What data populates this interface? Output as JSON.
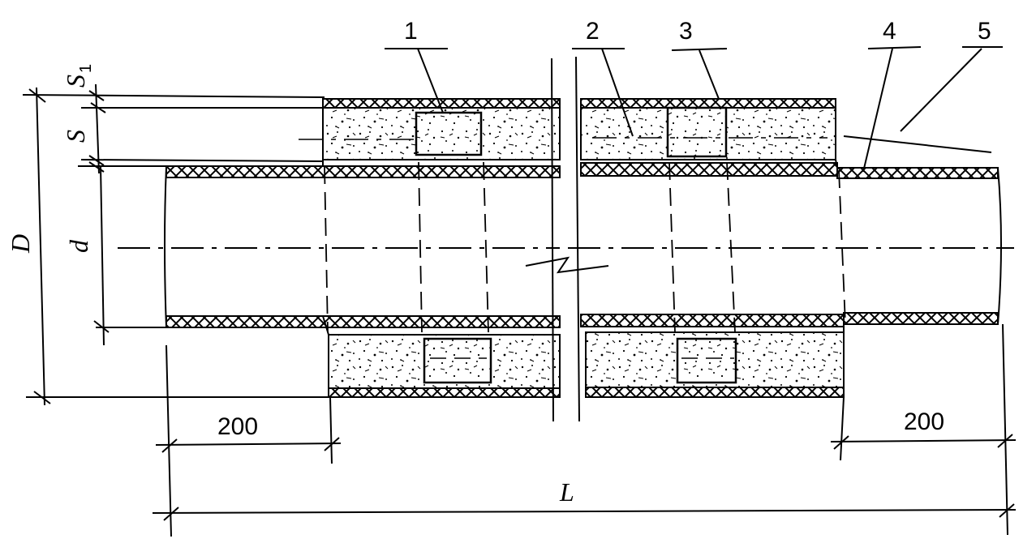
{
  "callouts": {
    "c1": "1",
    "c2": "2",
    "c3": "3",
    "c4": "4",
    "c5": "5"
  },
  "dimensions": {
    "outer_diameter": "D",
    "inner_diameter": "d",
    "insulation_thickness": "S",
    "shell_thickness_base": "S",
    "shell_thickness_sub": "1",
    "left_exposed_length": "200",
    "right_exposed_length": "200",
    "total_length": "L"
  },
  "colors": {
    "ink": "#000000",
    "paper": "#ffffff"
  }
}
